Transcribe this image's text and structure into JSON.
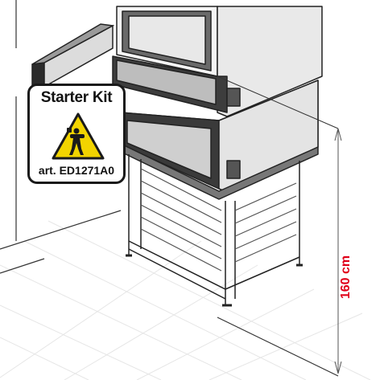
{
  "badge": {
    "title": "Starter Kit",
    "article": "art. ED1271A0",
    "icon": "warning-lifting-icon",
    "warning_color": "#f2d400"
  },
  "dimension": {
    "label": "160 cm",
    "color": "#e0001a"
  }
}
